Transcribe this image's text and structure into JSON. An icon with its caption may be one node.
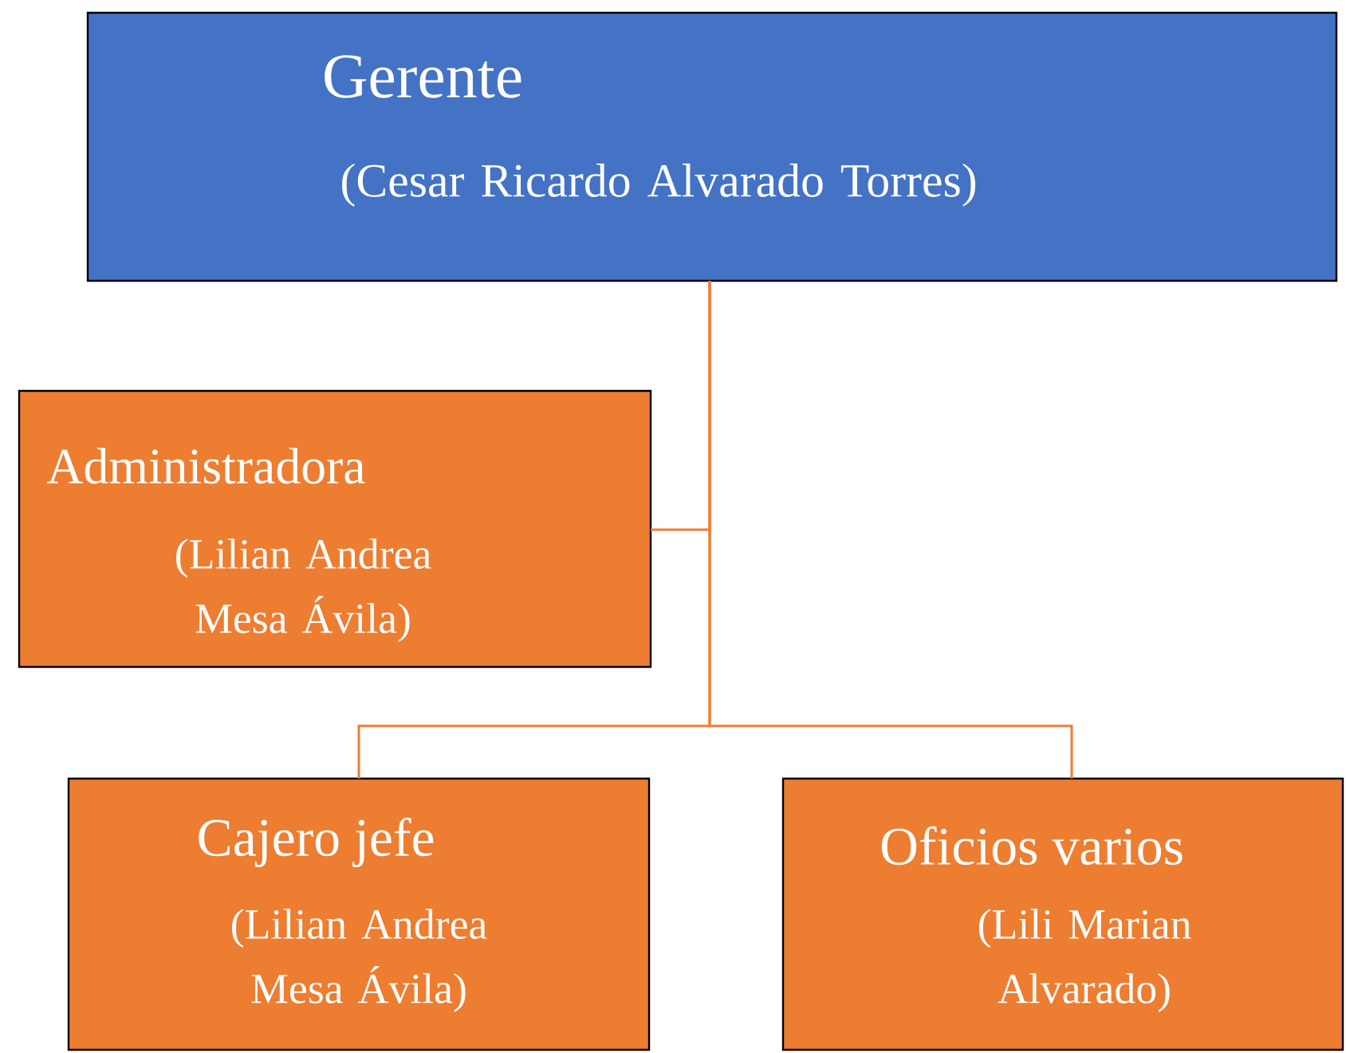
{
  "diagram": {
    "nodes": [
      {
        "text": [
          "Gerente",
          "(Cesar Ricardo Alvarado Torres)"
        ]
      },
      {
        "text": [
          "Administradora",
          "(Lilian Andrea Mesa Ávila)"
        ]
      },
      {
        "text": [
          "Cajero jefe",
          "(Lilian Andrea Mesa Ávila)"
        ]
      },
      {
        "text": [
          "Oficios varios",
          "(Lili Marian Alvarado)"
        ]
      }
    ],
    "edges": [
      {
        "from": 0,
        "to": 1,
        "arrow": "none"
      },
      {
        "from": 0,
        "to": 2,
        "arrow": "none"
      },
      {
        "from": 0,
        "to": 3,
        "arrow": "none"
      }
    ]
  }
}
